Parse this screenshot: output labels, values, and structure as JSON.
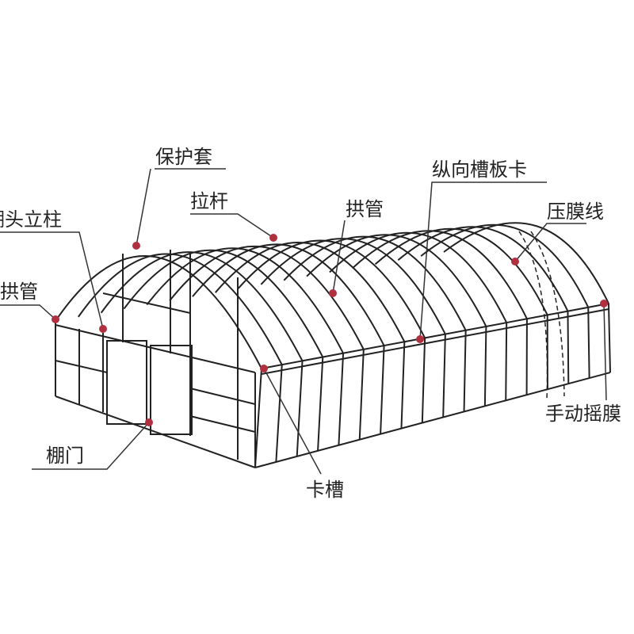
{
  "title": "Greenhouse structure diagram",
  "colors": {
    "line": "#222222",
    "marker": "#b03040"
  },
  "labels": {
    "protective_sleeve": "保护套",
    "tie_rod": "拉杆",
    "arch_pipe_top": "拱管",
    "longitudinal_slot_clip": "纵向槽板卡",
    "film_press_line": "压膜线",
    "end_column": "棚头立柱",
    "arch_pipe_left": "拱管",
    "manual_film_roller": "手动摇膜",
    "shed_door": "棚门",
    "clamp_slot": "卡槽"
  }
}
